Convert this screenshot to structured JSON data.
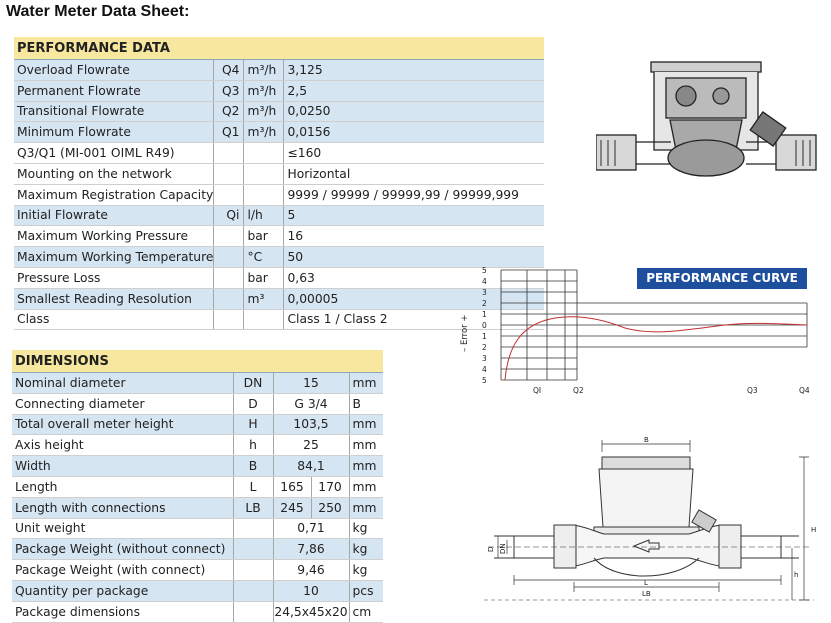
{
  "title": "Water Meter Data Sheet:",
  "performance": {
    "heading": "PERFORMANCE DATA",
    "rows": [
      {
        "label": "Overload Flowrate",
        "sym": "Q4",
        "unit": "m³/h",
        "value": "3,125"
      },
      {
        "label": "Permanent Flowrate",
        "sym": "Q3",
        "unit": "m³/h",
        "value": "2,5"
      },
      {
        "label": "Transitional Flowrate",
        "sym": "Q2",
        "unit": "m³/h",
        "value": "0,0250"
      },
      {
        "label": "Minimum Flowrate",
        "sym": "Q1",
        "unit": "m³/h",
        "value": "0,0156"
      },
      {
        "label": "Q3/Q1 (MI-001 OIML R49)",
        "sym": "",
        "unit": "",
        "value": "≤160"
      },
      {
        "label": "Mounting on the network",
        "sym": "",
        "unit": "",
        "value": "Horizontal"
      },
      {
        "label": "Maximum Registration Capacity",
        "sym": "",
        "unit": "",
        "value": "9999 / 99999 / 99999,99 / 99999,999"
      },
      {
        "label": "Initial Flowrate",
        "sym": "Qi",
        "unit": "l/h",
        "value": "5"
      },
      {
        "label": "Maximum Working Pressure",
        "sym": "",
        "unit": "bar",
        "value": "16"
      },
      {
        "label": "Maximum Working Temperature",
        "sym": "",
        "unit": "°C",
        "value": "50"
      },
      {
        "label": "Pressure Loss",
        "sym": "",
        "unit": "bar",
        "value": "0,63"
      },
      {
        "label": "Smallest Reading Resolution",
        "sym": "",
        "unit": "m³",
        "value": "0,00005"
      },
      {
        "label": "Class",
        "sym": "",
        "unit": "",
        "value": "Class 1 / Class 2"
      }
    ]
  },
  "dimensions": {
    "heading": "DIMENSIONS",
    "rows": [
      {
        "label": "Nominal diameter",
        "sym": "DN",
        "v1": "15",
        "v2": "",
        "unit": "mm"
      },
      {
        "label": "Connecting diameter",
        "sym": "D",
        "v1": "G 3/4",
        "v2": "",
        "unit": "B"
      },
      {
        "label": "Total overall meter height",
        "sym": "H",
        "v1": "103,5",
        "v2": "",
        "unit": "mm"
      },
      {
        "label": "Axis height",
        "sym": "h",
        "v1": "25",
        "v2": "",
        "unit": "mm"
      },
      {
        "label": "Width",
        "sym": "B",
        "v1": "84,1",
        "v2": "",
        "unit": "mm"
      },
      {
        "label": "Length",
        "sym": "L",
        "v1": "165",
        "v2": "170",
        "unit": "mm"
      },
      {
        "label": "Length with connections",
        "sym": "LB",
        "v1": "245",
        "v2": "250",
        "unit": "mm"
      },
      {
        "label": "Unit weight",
        "sym": "",
        "v1": "0,71",
        "v2": "",
        "unit": "kg"
      },
      {
        "label": "Package Weight (without connect)",
        "sym": "",
        "v1": "7,86",
        "v2": "",
        "unit": "kg"
      },
      {
        "label": "Package Weight (with connect)",
        "sym": "",
        "v1": "9,46",
        "v2": "",
        "unit": "kg"
      },
      {
        "label": "Quantity per package",
        "sym": "",
        "v1": "10",
        "v2": "",
        "unit": "pcs"
      },
      {
        "label": "Package dimensions",
        "sym": "",
        "v1": "24,5x45x20",
        "v2": "",
        "unit": "cm"
      }
    ]
  },
  "curve": {
    "title": "PERFORMANCE CURVE",
    "ylabel": "–  Error  +",
    "yticks": [
      "5",
      "4",
      "3",
      "2",
      "1",
      "0",
      "1",
      "2",
      "3",
      "4",
      "5"
    ],
    "xticks": [
      "QI",
      "Q2",
      "Q3",
      "Q4"
    ]
  },
  "drawing": {
    "labels": {
      "B": "B",
      "H": "H",
      "h": "h",
      "L": "L",
      "LB": "LB",
      "DN": "DN",
      "D": "D"
    }
  }
}
